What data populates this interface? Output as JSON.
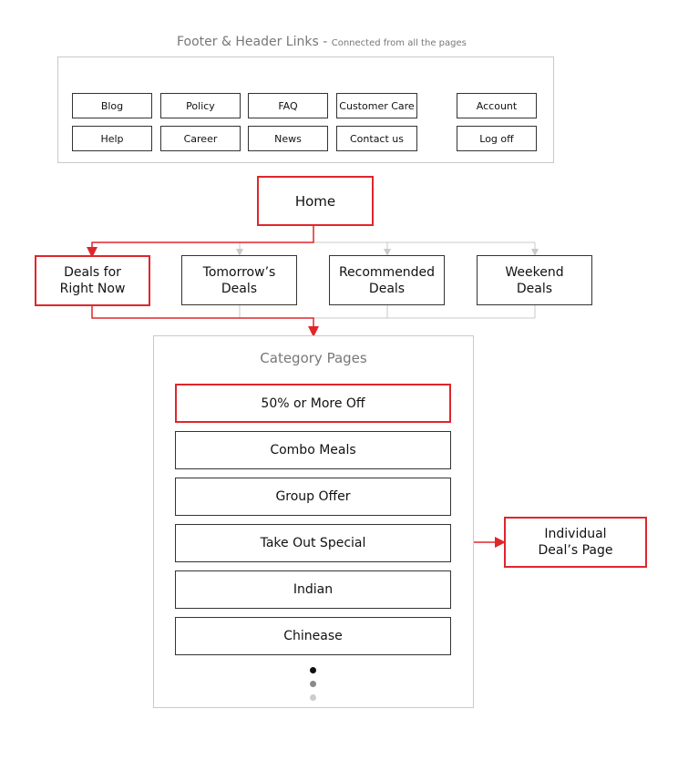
{
  "header": {
    "title": "Footer & Header Links",
    "separator": "-",
    "subtitle": "Connected from all the pages"
  },
  "links": {
    "blog": "Blog",
    "policy": "Policy",
    "faq": "FAQ",
    "customer_care": "Customer Care",
    "account": "Account",
    "help": "Help",
    "career": "Career",
    "news": "News",
    "contact_us": "Contact us",
    "log_off": "Log off"
  },
  "home": "Home",
  "deals": {
    "right_now": "Deals for\nRight Now",
    "tomorrow": "Tomorrow’s\nDeals",
    "recommended": "Recommended\nDeals",
    "weekend": "Weekend\nDeals"
  },
  "category": {
    "title": "Category Pages",
    "items": [
      "50% or More Off",
      "Combo Meals",
      "Group Offer",
      "Take Out Special",
      "Indian",
      "Chinease"
    ],
    "highlighted_index": 0,
    "pager_colors": [
      "#111111",
      "#8a8a8a",
      "#cccccc"
    ]
  },
  "individual": "Individual\nDeal’s Page",
  "colors": {
    "highlight": "#e0262b",
    "connector": "#c9c9c9",
    "border": "#333333"
  }
}
